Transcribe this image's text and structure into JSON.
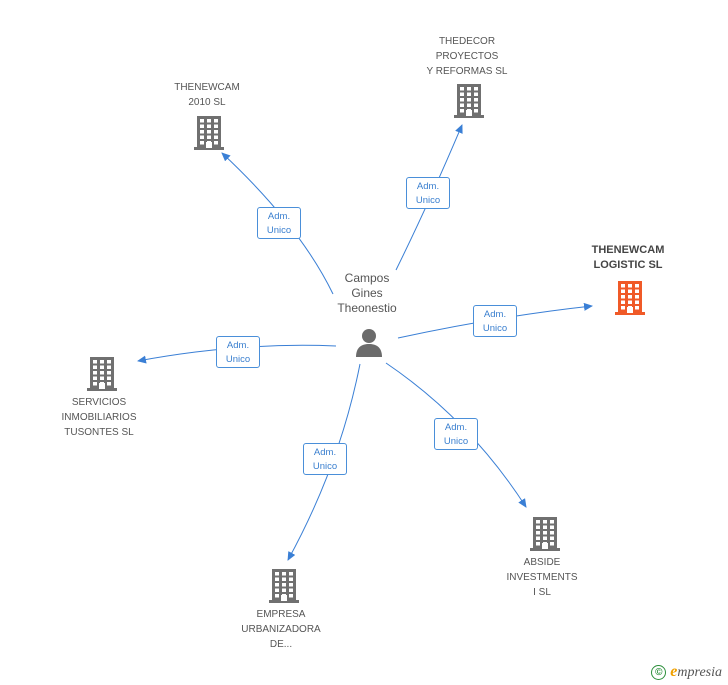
{
  "center": {
    "name": "Campos\nGines\nTheonestio",
    "icon": "person-icon"
  },
  "companies": [
    {
      "id": "thenewcam-2010",
      "name": "THENEWCAM\n2010 SL",
      "icon": "building-icon",
      "highlight": false
    },
    {
      "id": "thedecor",
      "name": "THEDECOR\nPROYECTOS\nY REFORMAS SL",
      "icon": "building-icon",
      "highlight": false
    },
    {
      "id": "thenewcam-logistic",
      "name": "THENEWCAM\nLOGISTIC SL",
      "icon": "building-icon",
      "highlight": true
    },
    {
      "id": "servicios",
      "name": "SERVICIOS\nINMOBILIARIOS\nTUSONTES SL",
      "icon": "building-icon",
      "highlight": false
    },
    {
      "id": "abside",
      "name": "ABSIDE\nINVESTMENTS\nI SL",
      "icon": "building-icon",
      "highlight": false
    },
    {
      "id": "empresa",
      "name": "EMPRESA\nURBANIZADORA\nDE...",
      "icon": "building-icon",
      "highlight": false
    }
  ],
  "edges": [
    {
      "to": "thenewcam-2010",
      "label": "Adm.\nUnico"
    },
    {
      "to": "thedecor",
      "label": "Adm.\nUnico"
    },
    {
      "to": "thenewcam-logistic",
      "label": "Adm.\nUnico"
    },
    {
      "to": "servicios",
      "label": "Adm.\nUnico"
    },
    {
      "to": "abside",
      "label": "Adm.\nUnico"
    },
    {
      "to": "empresa",
      "label": "Adm.\nUnico"
    }
  ],
  "colors": {
    "edge": "#3a7fd5",
    "building": "#707070",
    "building_highlight": "#f05a28",
    "person": "#6b6b6b"
  },
  "footer": {
    "copyright": "©",
    "brand_initial": "e",
    "brand_rest": "mpresia"
  }
}
